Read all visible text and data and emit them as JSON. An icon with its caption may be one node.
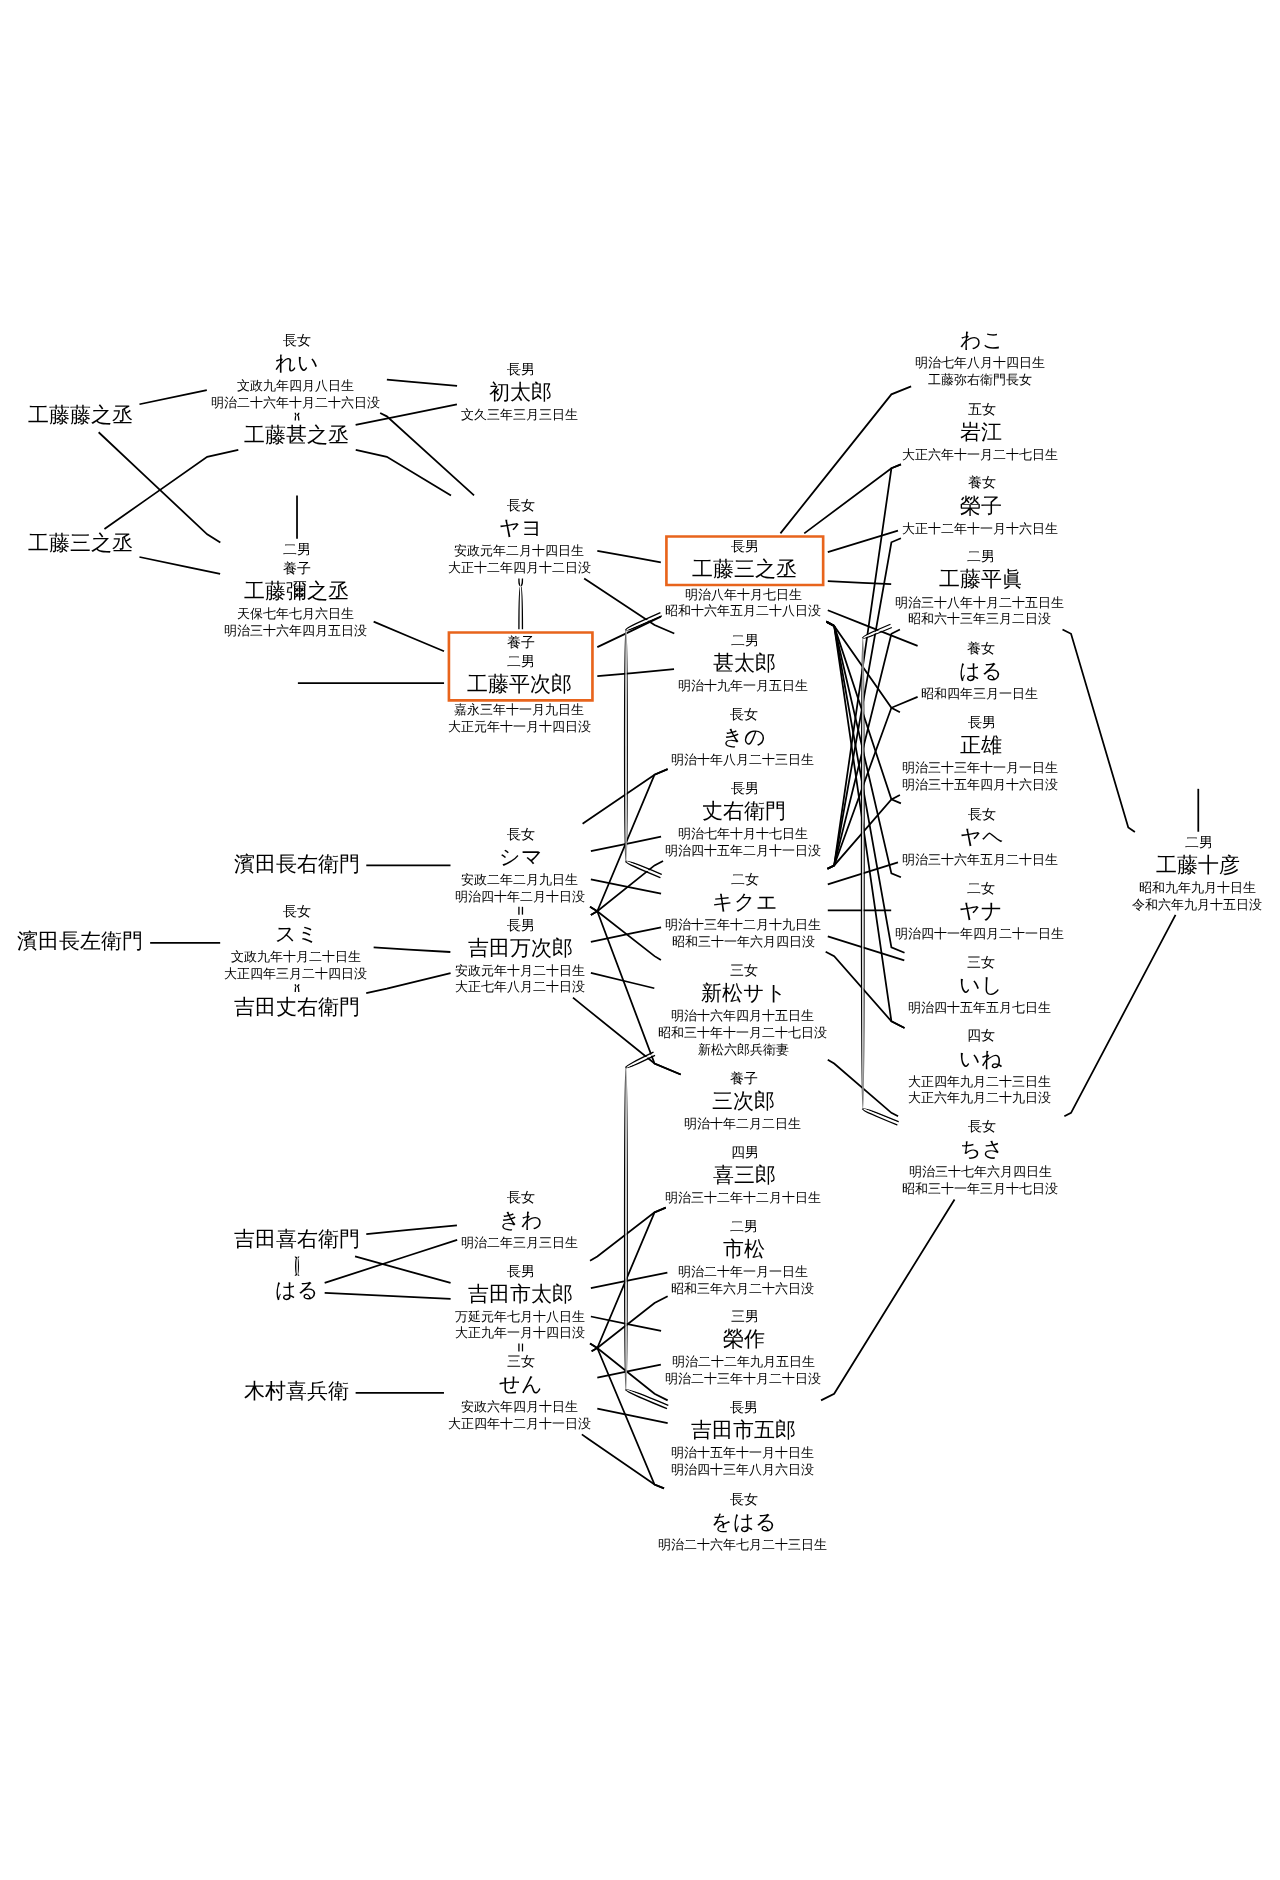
{
  "diagram": {
    "nodes": [
      {
        "text": [
          "二男",
          "養子",
          "工藤彌之丞"
        ],
        "beside": [
          "天保七年七月六日生",
          "明治三十六年四月五日没"
        ]
      },
      {
        "text": [
          "工藤甚之丞"
        ]
      },
      {
        "text": [
          "長女",
          "れい"
        ],
        "beside": [
          "文政九年四月八日生",
          "明治二十六年十月二十六日没"
        ]
      },
      {
        "text": [
          "工藤藤之丞"
        ]
      },
      {
        "text": [
          "工藤三之丞"
        ]
      },
      {
        "text": [
          "吉田丈右衛門"
        ]
      },
      {
        "text": [
          "長女",
          "スミ"
        ],
        "beside": [
          "文政九年十月二十日生",
          "大正四年三月二十四日没"
        ]
      },
      {
        "text": [
          "濱田長左衛門"
        ]
      },
      {
        "text": [
          "濱田長右衛門"
        ]
      },
      {
        "text": [
          "吉田喜右衛門"
        ]
      },
      {
        "text": [
          "はる"
        ]
      },
      {
        "text": [
          "木村喜兵衛"
        ]
      },
      {
        "text": [
          "養子",
          "二男",
          "工藤平次郎"
        ],
        "beside": [
          "嘉永三年十一月九日生",
          "大正元年十一月十四日没"
        ]
      },
      {
        "text": [
          "長女",
          "ヤヨ"
        ],
        "beside": [
          "安政元年二月十四日生",
          "大正十二年四月十二日没"
        ]
      },
      {
        "text": [
          "長男",
          "初太郎"
        ],
        "beside": [
          "文久三年三月三日生"
        ]
      },
      {
        "text": [
          "長男",
          "吉田万次郎"
        ],
        "beside": [
          "安政元年十月二十日生",
          "大正七年八月二十日没"
        ]
      },
      {
        "text": [
          "長女",
          "シマ"
        ],
        "beside": [
          "安政二年二月九日生",
          "明治四十年二月十日没"
        ]
      },
      {
        "text": [
          "長女",
          "きわ"
        ],
        "beside": [
          "明治二年三月三日生"
        ]
      },
      {
        "text": [
          "長男",
          "吉田市太郎"
        ],
        "beside": [
          "万延元年七月十八日生",
          "大正九年一月十四日没"
        ]
      },
      {
        "text": [
          "三女",
          "せん"
        ],
        "beside": [
          "安政六年四月十日生",
          "大正四年十二月十一日没"
        ]
      },
      {
        "text": [
          "二男",
          "甚太郎"
        ],
        "beside": [
          "明治十九年一月五日生"
        ]
      },
      {
        "text": [
          "わこ"
        ],
        "beside": [
          "明治七年八月十四日生",
          "工藤弥右衛門長女"
        ]
      },
      {
        "text": [
          "長男",
          "工藤三之丞"
        ],
        "beside": [
          "明治八年十月七日生",
          "昭和十六年五月二十八日没"
        ]
      },
      {
        "text": [
          "二女",
          "キクエ"
        ],
        "beside": [
          "明治十三年十二月十九日生",
          "昭和三十一年六月四日没"
        ]
      },
      {
        "text": [
          "長男",
          "丈右衛門"
        ],
        "beside": [
          "明治七年十月十七日生",
          "明治四十五年二月十一日没"
        ]
      },
      {
        "text": [
          "養子",
          "三次郎"
        ],
        "beside": [
          "明治十年二月二日生"
        ]
      },
      {
        "text": [
          "長女",
          "きの"
        ],
        "beside": [
          "明治十年八月二十三日生"
        ]
      },
      {
        "text": [
          "三女",
          "新松サト"
        ],
        "beside": [
          "明治十六年四月十五日生",
          "昭和三十年十一月二十七日没",
          "新松六郎兵衛妻"
        ]
      },
      {
        "text": [
          "長男",
          "吉田市五郎"
        ],
        "beside": [
          "明治十五年十一月十日生",
          "明治四十三年八月六日没"
        ]
      },
      {
        "text": [
          "二男",
          "市松"
        ],
        "beside": [
          "明治二十年一月一日生",
          "昭和三年六月二十六日没"
        ]
      },
      {
        "text": [
          "三男",
          "榮作"
        ],
        "beside": [
          "明治二十二年九月五日生",
          "明治二十三年十月二十日没"
        ]
      },
      {
        "text": [
          "長女",
          "をはる"
        ],
        "beside": [
          "明治二十六年七月二十三日生"
        ]
      },
      {
        "text": [
          "四男",
          "喜三郎"
        ],
        "beside": [
          "明治三十二年十二月十日生"
        ]
      },
      {
        "text": [
          "長男",
          "正雄"
        ],
        "beside": [
          "明治三十三年十一月一日生",
          "明治三十五年四月十六日没"
        ]
      },
      {
        "text": [
          "長女",
          "ヤヘ"
        ],
        "beside": [
          "明治三十六年五月二十日生"
        ]
      },
      {
        "text": [
          "二女",
          "ヤナ"
        ],
        "beside": [
          "明治四十一年四月二十一日生"
        ]
      },
      {
        "text": [
          "三女",
          "いし"
        ],
        "beside": [
          "明治四十五年五月七日生"
        ]
      },
      {
        "text": [
          "四女",
          "いね"
        ],
        "beside": [
          "大正四年九月二十三日生",
          "大正六年九月二十九日没"
        ]
      },
      {
        "text": [
          "五女",
          "岩江"
        ],
        "beside": [
          "大正六年十一月二十七日生"
        ]
      },
      {
        "text": [
          "養女",
          "榮子"
        ],
        "beside": [
          "大正十二年十一月十六日生"
        ]
      },
      {
        "text": [
          "養女",
          "はる"
        ],
        "beside": [
          "昭和四年三月一日生"
        ]
      },
      {
        "text": [
          "二男",
          "工藤平眞"
        ],
        "beside": [
          "明治三十八年十月二十五日生",
          "昭和六十三年三月二日没"
        ]
      },
      {
        "text": [
          "長女",
          "ちさ"
        ],
        "beside": [
          "明治三十七年六月四日生",
          "昭和三十一年三月十七日没"
        ]
      },
      {
        "text": [
          "二男",
          "工藤十彦"
        ],
        "beside": [
          "昭和九年九月十日生",
          "令和六年九月十五日没"
        ]
      }
    ],
    "edges": [
      {
        "from": 4,
        "to": 1,
        "arrow": "none"
      },
      {
        "from": 4,
        "to": 0,
        "arrow": "none"
      },
      {
        "from": 3,
        "to": 2,
        "arrow": "none"
      },
      {
        "from": 3,
        "to": 0,
        "arrow": "none"
      },
      {
        "from": 2,
        "to": 1,
        "arrow": "none"
      },
      {
        "from": 1,
        "to": 13,
        "arrow": "none"
      },
      {
        "from": 2,
        "to": 13,
        "arrow": "none"
      },
      {
        "from": 1,
        "to": 14,
        "arrow": "none"
      },
      {
        "from": 2,
        "to": 14,
        "arrow": "none"
      },
      {
        "from": 0,
        "to": null,
        "arrow": "none"
      },
      {
        "from": 0,
        "to": 12,
        "arrow": "none"
      },
      {
        "from": null,
        "to": 12,
        "arrow": "none"
      },
      {
        "from": 13,
        "to": 12,
        "arrow": "none"
      },
      {
        "from": 12,
        "to": 22,
        "arrow": "none"
      },
      {
        "from": 13,
        "to": 22,
        "arrow": "none"
      },
      {
        "from": 12,
        "to": 20,
        "arrow": "none"
      },
      {
        "from": 13,
        "to": 20,
        "arrow": "none"
      },
      {
        "from": 22,
        "to": 21,
        "arrow": "none"
      },
      {
        "from": 7,
        "to": 6,
        "arrow": "none"
      },
      {
        "from": 6,
        "to": 5,
        "arrow": "none"
      },
      {
        "from": 5,
        "to": 15,
        "arrow": "none"
      },
      {
        "from": 6,
        "to": 15,
        "arrow": "none"
      },
      {
        "from": 8,
        "to": 16,
        "arrow": "none"
      },
      {
        "from": 16,
        "to": 15,
        "arrow": "none"
      },
      {
        "from": 15,
        "to": 23,
        "arrow": "none"
      },
      {
        "from": 16,
        "to": 23,
        "arrow": "none"
      },
      {
        "from": 15,
        "to": 24,
        "arrow": "none"
      },
      {
        "from": 16,
        "to": 24,
        "arrow": "none"
      },
      {
        "from": 15,
        "to": 25,
        "arrow": "none"
      },
      {
        "from": 16,
        "to": 25,
        "arrow": "none"
      },
      {
        "from": 15,
        "to": 26,
        "arrow": "none"
      },
      {
        "from": 16,
        "to": 26,
        "arrow": "none"
      },
      {
        "from": 15,
        "to": 27,
        "arrow": "none"
      },
      {
        "from": 16,
        "to": 27,
        "arrow": "none"
      },
      {
        "from": 10,
        "to": 9,
        "arrow": "none"
      },
      {
        "from": 9,
        "to": 17,
        "arrow": "none"
      },
      {
        "from": 10,
        "to": 17,
        "arrow": "none"
      },
      {
        "from": 9,
        "to": 18,
        "arrow": "none"
      },
      {
        "from": 10,
        "to": 18,
        "arrow": "none"
      },
      {
        "from": 11,
        "to": 19,
        "arrow": "none"
      },
      {
        "from": 19,
        "to": 18,
        "arrow": "none"
      },
      {
        "from": 18,
        "to": 28,
        "arrow": "none"
      },
      {
        "from": 19,
        "to": 28,
        "arrow": "none"
      },
      {
        "from": 18,
        "to": 29,
        "arrow": "none"
      },
      {
        "from": 19,
        "to": 29,
        "arrow": "none"
      },
      {
        "from": 18,
        "to": 30,
        "arrow": "none"
      },
      {
        "from": 19,
        "to": 30,
        "arrow": "none"
      },
      {
        "from": 18,
        "to": 31,
        "arrow": "none"
      },
      {
        "from": 19,
        "to": 31,
        "arrow": "none"
      },
      {
        "from": 18,
        "to": 32,
        "arrow": "none"
      },
      {
        "from": 19,
        "to": 32,
        "arrow": "none"
      },
      {
        "from": 28,
        "to": 27,
        "arrow": "none"
      },
      {
        "from": 28,
        "to": 42,
        "arrow": "none"
      },
      {
        "from": 27,
        "to": 42,
        "arrow": "none"
      },
      {
        "from": 23,
        "to": 22,
        "arrow": "none"
      },
      {
        "from": 22,
        "to": 33,
        "arrow": "none"
      },
      {
        "from": 23,
        "to": 33,
        "arrow": "none"
      },
      {
        "from": 22,
        "to": 34,
        "arrow": "none"
      },
      {
        "from": 23,
        "to": 34,
        "arrow": "none"
      },
      {
        "from": 22,
        "to": 35,
        "arrow": "none"
      },
      {
        "from": 23,
        "to": 35,
        "arrow": "none"
      },
      {
        "from": 22,
        "to": 36,
        "arrow": "none"
      },
      {
        "from": 23,
        "to": 36,
        "arrow": "none"
      },
      {
        "from": 22,
        "to": 37,
        "arrow": "none"
      },
      {
        "from": 23,
        "to": 37,
        "arrow": "none"
      },
      {
        "from": 22,
        "to": 38,
        "arrow": "none"
      },
      {
        "from": 23,
        "to": 38,
        "arrow": "none"
      },
      {
        "from": 22,
        "to": 39,
        "arrow": "none"
      },
      {
        "from": 23,
        "to": 39,
        "arrow": "none"
      },
      {
        "from": 22,
        "to": 40,
        "arrow": "none"
      },
      {
        "from": 23,
        "to": 40,
        "arrow": "none"
      },
      {
        "from": 22,
        "to": 41,
        "arrow": "none"
      },
      {
        "from": 23,
        "to": 41,
        "arrow": "none"
      },
      {
        "from": 42,
        "to": 41,
        "arrow": "none"
      },
      {
        "from": 41,
        "to": 43,
        "arrow": "none"
      },
      {
        "from": 42,
        "to": 43,
        "arrow": "none"
      },
      {
        "from": 43,
        "to": null,
        "arrow": "none"
      }
    ]
  }
}
